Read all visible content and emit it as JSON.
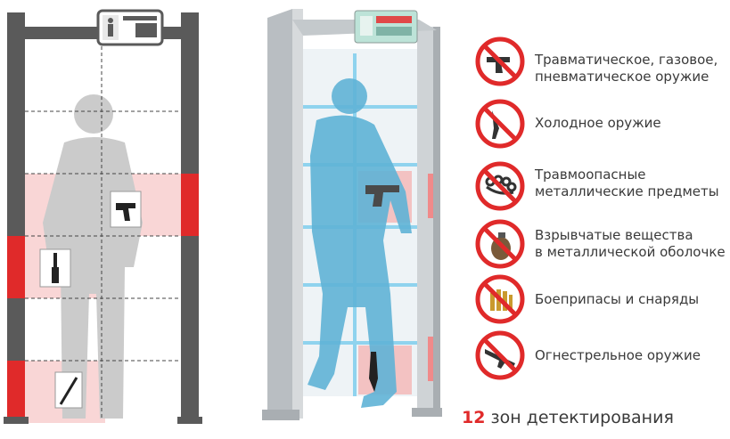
{
  "colors": {
    "accent_red": "#e02a2a",
    "frame_dark": "#5a5a5a",
    "silhouette_grey": "#c8c8c8",
    "silhouette_blue": "#5fb3d6",
    "zone_pink": "#f6c9c9",
    "text": "#3a3a3a"
  },
  "threats": [
    {
      "icon": "revolver-icon",
      "lines": [
        "Травматическое, газовое,",
        "пневматическое оружие"
      ]
    },
    {
      "icon": "knife-icon",
      "lines": [
        "Холодное оружие"
      ]
    },
    {
      "icon": "brass-knuckles-icon",
      "lines": [
        "Травмоопасные",
        "металлические предметы"
      ]
    },
    {
      "icon": "grenade-icon",
      "lines": [
        "Взрывчатые вещества",
        "в металлической оболочке"
      ]
    },
    {
      "icon": "ammunition-icon",
      "lines": [
        "Боеприпасы и снаряды"
      ]
    },
    {
      "icon": "rifle-icon",
      "lines": [
        "Огнестрельное оружие"
      ]
    }
  ],
  "footer": {
    "count": "12",
    "text": " зон детектирования"
  }
}
